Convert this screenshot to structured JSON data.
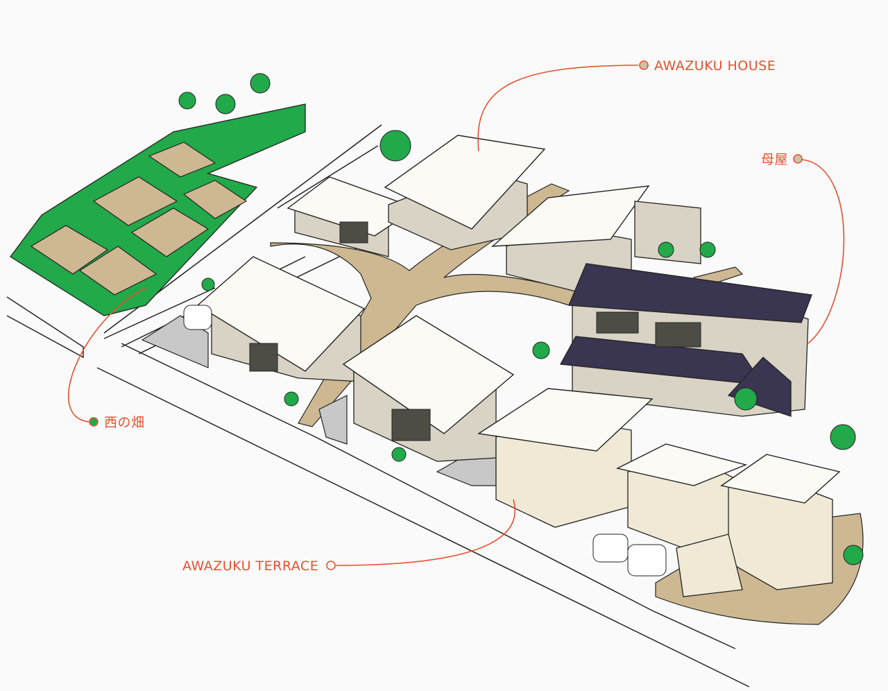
{
  "labels": {
    "awazuku_house": "AWAZUKU HOUSE",
    "omoya": "母屋",
    "nishi_no_hata": "西の畑",
    "awazuku_terrace": "AWAZUKU TERRACE"
  },
  "colors": {
    "accent": "#e8502e",
    "field_green": "#22a94a",
    "path_tan": "#cdb892",
    "roof_dark": "#3a3550",
    "background": "#fafafa"
  }
}
